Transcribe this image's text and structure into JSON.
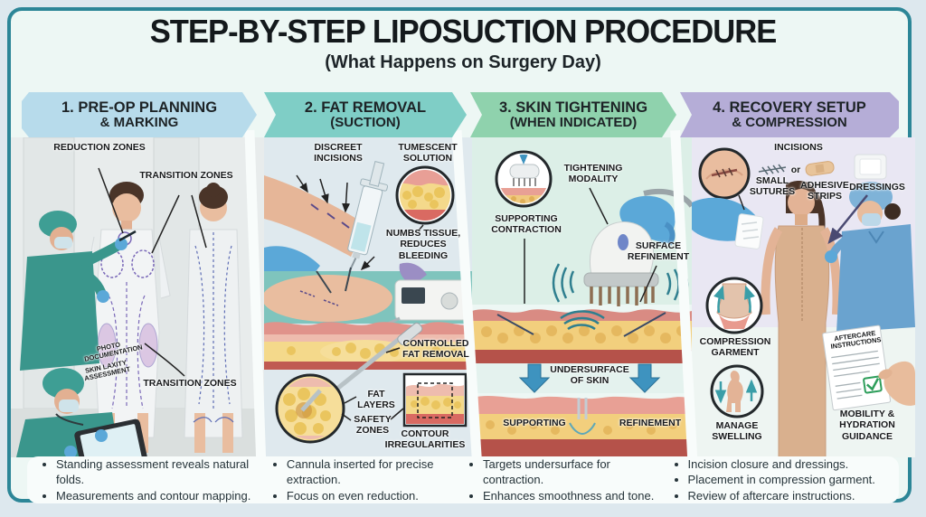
{
  "header": {
    "title": "STEP-BY-STEP LIPOSUCTION PROCEDURE",
    "subtitle": "(What Happens on Surgery Day)"
  },
  "colors": {
    "frame_border": "#2c8697",
    "banner1": "#b7dbeb",
    "banner2": "#7fcec6",
    "banner3": "#8fd2ad",
    "banner4": "#b5add7",
    "arrow_blue": "#3e93bf",
    "check_green": "#2e9e5b",
    "marking_purple": "#7a68b8"
  },
  "panels": [
    {
      "banner_line1": "1. PRE-OP PLANNING",
      "banner_line2": "& MARKING",
      "labels": {
        "reduction_zones": "REDUCTION ZONES",
        "transition_zones_top": "TRANSITION ZONES",
        "transition_zones_bottom": "TRANSITION ZONES",
        "tablet_line1": "PHOTO DOCUMENTATION",
        "tablet_line2": "SKIN LAXITY ASSESSMENT"
      },
      "bullets": [
        "Standing assessment reveals natural folds.",
        "Measurements and contour mapping."
      ]
    },
    {
      "banner_line1": "2. FAT REMOVAL",
      "banner_line2": "(SUCTION)",
      "labels": {
        "discreet_incisions": "DISCREET INCISIONS",
        "tumescent_solution": "TUMESCENT SOLUTION",
        "numbs_tissue": "NUMBS TISSUE, REDUCES BLEEDING",
        "controlled_fat_removal": "CONTROLLED FAT REMOVAL",
        "fat_layers": "FAT LAYERS",
        "safety_zones": "SAFETY ZONES",
        "contour_irregularities": "CONTOUR IRREGULARITIES"
      },
      "bullets": [
        "Cannula inserted for precise extraction.",
        "Focus on even reduction."
      ]
    },
    {
      "banner_line1": "3. SKIN TIGHTENING",
      "banner_line2": "(WHEN INDICATED)",
      "labels": {
        "tightening_modality": "TIGHTENING MODALITY",
        "supporting_contraction": "SUPPORTING CONTRACTION",
        "surface_refinement": "SURFACE REFINEMENT",
        "undersurface_of_skin": "UNDERSURFACE OF SKIN",
        "supporting": "SUPPORTING",
        "refinement": "REFINEMENT"
      },
      "bullets": [
        "Targets undersurface for contraction.",
        "Enhances smoothness and tone."
      ]
    },
    {
      "banner_line1": "4. RECOVERY SETUP",
      "banner_line2": "& COMPRESSION",
      "labels": {
        "incisions": "INCISIONS",
        "small_sutures": "SMALL SUTURES",
        "or": "or",
        "adhesive_strips": "ADHESIVE STRIPS",
        "dressings": "DRESSINGS",
        "compression_garment": "COMPRESSION GARMENT",
        "manage_swelling": "MANAGE SWELLING",
        "aftercare_instructions": "AFTERCARE INSTRUCTIONS",
        "mobility_guidance": "MOBILITY & HYDRATION GUIDANCE"
      },
      "bullets": [
        "Incision closure and dressings.",
        "Placement in compression garment.",
        "Review of aftercare instructions."
      ]
    }
  ]
}
